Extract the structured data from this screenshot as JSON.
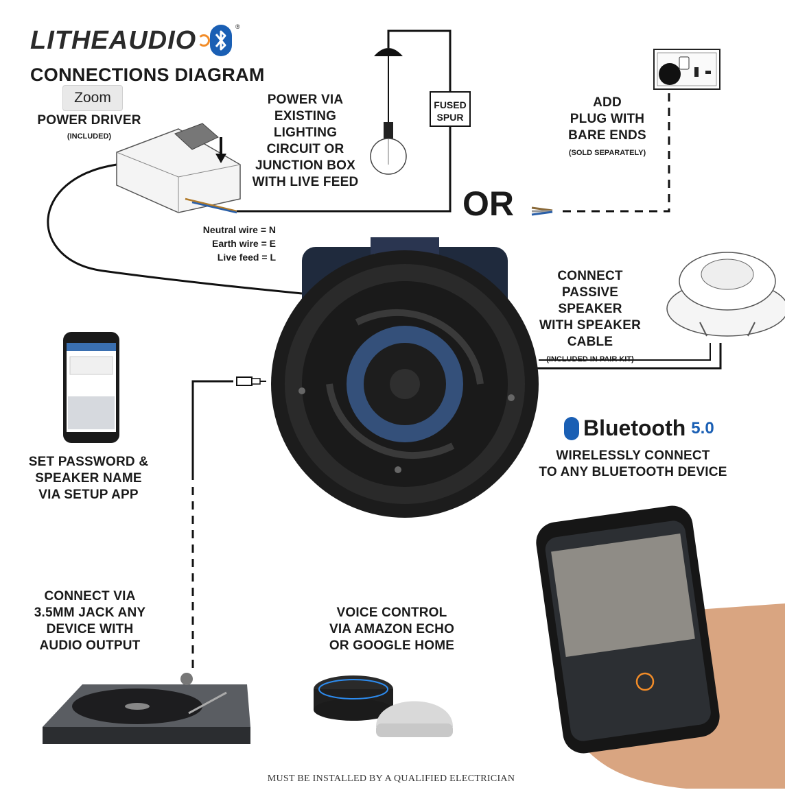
{
  "header": {
    "brand_main": "LITHE",
    "brand_accent": "AUDIO",
    "registered_mark": "®",
    "title": "CONNECTIONS DIAGRAM"
  },
  "zoom_button": {
    "label": "Zoom"
  },
  "power_driver": {
    "title": "POWER DRIVER",
    "note": "(INCLUDED)"
  },
  "lighting_circuit": {
    "lines": [
      "POWER VIA",
      "EXISTING",
      "LIGHTING",
      "CIRCUIT OR",
      "JUNCTION BOX",
      "WITH LIVE FEED"
    ]
  },
  "fused_spur": {
    "lines": [
      "FUSED",
      "SPUR"
    ]
  },
  "plug": {
    "lines": [
      "ADD",
      "PLUG WITH",
      "BARE ENDS"
    ],
    "note": "(SOLD SEPARATELY)"
  },
  "or_label": "OR",
  "wire_key": [
    "Neutral wire = N",
    "Earth wire = E",
    "Live feed = L"
  ],
  "passive_speaker": {
    "lines": [
      "CONNECT",
      "PASSIVE SPEAKER",
      "WITH SPEAKER",
      "CABLE"
    ],
    "note": "(INCLUDED IN PAIR KIT)"
  },
  "bluetooth": {
    "brand": "Bluetooth",
    "version": "5.0",
    "lines": [
      "WIRELESSLY CONNECT",
      "TO ANY BLUETOOTH DEVICE"
    ]
  },
  "setup_app": {
    "lines": [
      "SET PASSWORD &",
      "SPEAKER NAME",
      "VIA SETUP APP"
    ]
  },
  "jack": {
    "lines": [
      "CONNECT VIA",
      "3.5MM JACK ANY",
      "DEVICE WITH",
      "AUDIO OUTPUT"
    ]
  },
  "voice": {
    "lines": [
      "VOICE CONTROL",
      "VIA AMAZON ECHO",
      "OR GOOGLE HOME"
    ]
  },
  "footer": "MUST BE INSTALLED BY A QUALIFIED ELECTRICIAN",
  "colors": {
    "ink": "#1a1a1a",
    "bluetooth_blue": "#1a5fb4",
    "accent_orange": "#f28c28",
    "speaker_blue": "#2f4f7a"
  }
}
